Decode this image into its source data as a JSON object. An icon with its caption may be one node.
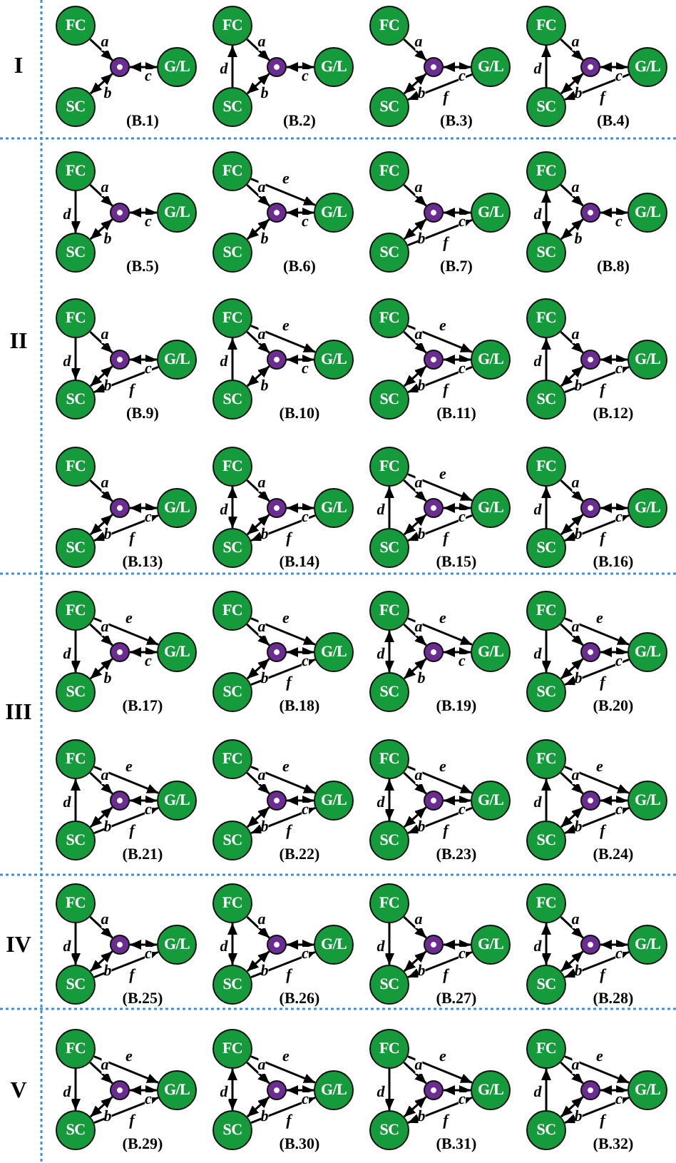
{
  "diagram": {
    "nodes": [
      {
        "text": [
          "FC"
        ]
      },
      {
        "text": [],
        "shape": "circle"
      },
      {
        "text": [
          "G/L"
        ]
      },
      {
        "text": [
          "SC"
        ]
      },
      {
        "text": [
          "FC"
        ]
      },
      {
        "text": [],
        "shape": "circle"
      },
      {
        "text": [
          "G/L"
        ]
      },
      {
        "text": [
          "SC"
        ]
      },
      {
        "text": [
          "FC"
        ]
      },
      {
        "text": [],
        "shape": "circle"
      },
      {
        "text": [
          "G/L"
        ]
      },
      {
        "text": [
          "SC"
        ]
      },
      {
        "text": [
          "FC"
        ]
      },
      {
        "text": [],
        "shape": "circle"
      },
      {
        "text": [
          "G/L"
        ]
      },
      {
        "text": [
          "SC"
        ]
      },
      {
        "text": [
          "FC"
        ]
      },
      {
        "text": [],
        "shape": "circle"
      },
      {
        "text": [
          "G/L"
        ]
      },
      {
        "text": [
          "SC"
        ]
      },
      {
        "text": [
          "FC"
        ]
      },
      {
        "text": [],
        "shape": "circle"
      },
      {
        "text": [
          "G/L"
        ]
      },
      {
        "text": [
          "SC"
        ]
      },
      {
        "text": [
          "FC"
        ]
      },
      {
        "text": [],
        "shape": "circle"
      },
      {
        "text": [
          "G/L"
        ]
      },
      {
        "text": [
          "SC"
        ]
      },
      {
        "text": [
          "FC"
        ]
      },
      {
        "text": [],
        "shape": "circle"
      },
      {
        "text": [
          "G/L"
        ]
      },
      {
        "text": [
          "SC"
        ]
      },
      {
        "text": [
          "FC"
        ]
      },
      {
        "text": [],
        "shape": "circle"
      },
      {
        "text": [
          "G/L"
        ]
      },
      {
        "text": [
          "SC"
        ]
      },
      {
        "text": [
          "FC"
        ]
      },
      {
        "text": [],
        "shape": "circle"
      },
      {
        "text": [
          "G/L"
        ]
      },
      {
        "text": [
          "SC"
        ]
      },
      {
        "text": [
          "FC"
        ]
      },
      {
        "text": [],
        "shape": "circle"
      },
      {
        "text": [
          "G/L"
        ]
      },
      {
        "text": [
          "SC"
        ]
      },
      {
        "text": [
          "FC"
        ]
      },
      {
        "text": [],
        "shape": "circle"
      },
      {
        "text": [
          "G/L"
        ]
      },
      {
        "text": [
          "SC"
        ]
      },
      {
        "text": [
          "FC"
        ]
      },
      {
        "text": [],
        "shape": "circle"
      },
      {
        "text": [
          "G/L"
        ]
      },
      {
        "text": [
          "SC"
        ]
      },
      {
        "text": [
          "FC"
        ]
      },
      {
        "text": [],
        "shape": "circle"
      },
      {
        "text": [
          "G/L"
        ]
      },
      {
        "text": [
          "SC"
        ]
      },
      {
        "text": [
          "FC"
        ]
      },
      {
        "text": [],
        "shape": "circle"
      },
      {
        "text": [
          "G/L"
        ]
      },
      {
        "text": [
          "SC"
        ]
      },
      {
        "text": [
          "FC"
        ]
      },
      {
        "text": [],
        "shape": "circle"
      },
      {
        "text": [
          "G/L"
        ]
      },
      {
        "text": [
          "SC"
        ]
      },
      {
        "text": [
          "FC"
        ]
      },
      {
        "text": [],
        "shape": "circle"
      },
      {
        "text": [
          "G/L"
        ]
      },
      {
        "text": [
          "SC"
        ]
      },
      {
        "text": [
          "FC"
        ]
      },
      {
        "text": [],
        "shape": "circle"
      },
      {
        "text": [
          "G/L"
        ]
      },
      {
        "text": [
          "SC"
        ]
      },
      {
        "text": [
          "FC"
        ]
      },
      {
        "text": [],
        "shape": "circle"
      },
      {
        "text": [
          "G/L"
        ]
      },
      {
        "text": [
          "SC"
        ]
      },
      {
        "text": [
          "FC"
        ]
      },
      {
        "text": [],
        "shape": "circle"
      },
      {
        "text": [
          "G/L"
        ]
      },
      {
        "text": [
          "SC"
        ]
      },
      {
        "text": [
          "FC"
        ]
      },
      {
        "text": [],
        "shape": "circle"
      },
      {
        "text": [
          "G/L"
        ]
      },
      {
        "text": [
          "SC"
        ]
      },
      {
        "text": [
          "FC"
        ]
      },
      {
        "text": [],
        "shape": "circle"
      },
      {
        "text": [
          "G/L"
        ]
      },
      {
        "text": [
          "SC"
        ]
      },
      {
        "text": [
          "FC"
        ]
      },
      {
        "text": [],
        "shape": "circle"
      },
      {
        "text": [
          "G/L"
        ]
      },
      {
        "text": [
          "SC"
        ]
      },
      {
        "text": [
          "FC"
        ]
      },
      {
        "text": [],
        "shape": "circle"
      },
      {
        "text": [
          "G/L"
        ]
      },
      {
        "text": [
          "SC"
        ]
      },
      {
        "text": [
          "FC"
        ]
      },
      {
        "text": [],
        "shape": "circle"
      },
      {
        "text": [
          "G/L"
        ]
      },
      {
        "text": [
          "SC"
        ]
      },
      {
        "text": [
          "FC"
        ]
      },
      {
        "text": [],
        "shape": "circle"
      },
      {
        "text": [
          "G/L"
        ]
      },
      {
        "text": [
          "SC"
        ]
      },
      {
        "text": [
          "FC"
        ]
      },
      {
        "text": [],
        "shape": "circle"
      },
      {
        "text": [
          "G/L"
        ]
      },
      {
        "text": [
          "SC"
        ]
      },
      {
        "text": [
          "FC"
        ]
      },
      {
        "text": [],
        "shape": "circle"
      },
      {
        "text": [
          "G/L"
        ]
      },
      {
        "text": [
          "SC"
        ]
      },
      {
        "text": [
          "FC"
        ]
      },
      {
        "text": [],
        "shape": "circle"
      },
      {
        "text": [
          "G/L"
        ]
      },
      {
        "text": [
          "SC"
        ]
      },
      {
        "text": [
          "FC"
        ]
      },
      {
        "text": [],
        "shape": "circle"
      },
      {
        "text": [
          "G/L"
        ]
      },
      {
        "text": [
          "SC"
        ]
      },
      {
        "text": [
          "FC"
        ]
      },
      {
        "text": [],
        "shape": "circle"
      },
      {
        "text": [
          "G/L"
        ]
      },
      {
        "text": [
          "SC"
        ]
      },
      {
        "text": [
          "FC"
        ]
      },
      {
        "text": [],
        "shape": "circle"
      },
      {
        "text": [
          "G/L"
        ]
      },
      {
        "text": [
          "SC"
        ]
      }
    ],
    "edges": [
      {
        "from": 0,
        "to": 1,
        "label": "a",
        "arrow": "to"
      },
      {
        "from": 1,
        "to": 3,
        "label": "b",
        "arrow": "both"
      },
      {
        "from": 1,
        "to": 2,
        "label": "c",
        "arrow": "both"
      },
      {
        "from": 4,
        "to": 5,
        "label": "a",
        "arrow": "to"
      },
      {
        "from": 5,
        "to": 7,
        "label": "b",
        "arrow": "both"
      },
      {
        "from": 5,
        "to": 6,
        "label": "c",
        "arrow": "both"
      },
      {
        "from": 7,
        "to": 4,
        "label": "d",
        "arrow": "to"
      },
      {
        "from": 8,
        "to": 9,
        "label": "a",
        "arrow": "to"
      },
      {
        "from": 9,
        "to": 11,
        "label": "b",
        "arrow": "both"
      },
      {
        "from": 9,
        "to": 10,
        "label": "c",
        "arrow": "both"
      },
      {
        "from": 10,
        "to": 11,
        "label": "f",
        "arrow": "to"
      },
      {
        "from": 12,
        "to": 13,
        "label": "a",
        "arrow": "to"
      },
      {
        "from": 13,
        "to": 15,
        "label": "b",
        "arrow": "both"
      },
      {
        "from": 13,
        "to": 14,
        "label": "c",
        "arrow": "both"
      },
      {
        "from": 15,
        "to": 12,
        "label": "d",
        "arrow": "to"
      },
      {
        "from": 14,
        "to": 15,
        "label": "f",
        "arrow": "to"
      },
      {
        "from": 16,
        "to": 17,
        "label": "a",
        "arrow": "to"
      },
      {
        "from": 17,
        "to": 19,
        "label": "b",
        "arrow": "both"
      },
      {
        "from": 17,
        "to": 18,
        "label": "c",
        "arrow": "both"
      },
      {
        "from": 16,
        "to": 19,
        "label": "d",
        "arrow": "to"
      },
      {
        "from": 20,
        "to": 21,
        "label": "a",
        "arrow": "to"
      },
      {
        "from": 21,
        "to": 23,
        "label": "b",
        "arrow": "both"
      },
      {
        "from": 21,
        "to": 22,
        "label": "c",
        "arrow": "both"
      },
      {
        "from": 20,
        "to": 22,
        "label": "e",
        "arrow": "to"
      },
      {
        "from": 24,
        "to": 25,
        "label": "a",
        "arrow": "to"
      },
      {
        "from": 25,
        "to": 27,
        "label": "b",
        "arrow": "both"
      },
      {
        "from": 25,
        "to": 26,
        "label": "c",
        "arrow": "both"
      },
      {
        "from": 27,
        "to": 26,
        "label": "f",
        "arrow": "to"
      },
      {
        "from": 28,
        "to": 29,
        "label": "a",
        "arrow": "to"
      },
      {
        "from": 29,
        "to": 31,
        "label": "b",
        "arrow": "both"
      },
      {
        "from": 29,
        "to": 30,
        "label": "c",
        "arrow": "both"
      },
      {
        "from": 28,
        "to": 31,
        "label": "d",
        "arrow": "both"
      },
      {
        "from": 32,
        "to": 33,
        "label": "a",
        "arrow": "to"
      },
      {
        "from": 33,
        "to": 35,
        "label": "b",
        "arrow": "both"
      },
      {
        "from": 33,
        "to": 34,
        "label": "c",
        "arrow": "both"
      },
      {
        "from": 32,
        "to": 35,
        "label": "d",
        "arrow": "to"
      },
      {
        "from": 34,
        "to": 35,
        "label": "f",
        "arrow": "to"
      },
      {
        "from": 36,
        "to": 37,
        "label": "a",
        "arrow": "to"
      },
      {
        "from": 37,
        "to": 39,
        "label": "b",
        "arrow": "both"
      },
      {
        "from": 37,
        "to": 38,
        "label": "c",
        "arrow": "both"
      },
      {
        "from": 39,
        "to": 36,
        "label": "d",
        "arrow": "to"
      },
      {
        "from": 36,
        "to": 38,
        "label": "e",
        "arrow": "to"
      },
      {
        "from": 40,
        "to": 41,
        "label": "a",
        "arrow": "to"
      },
      {
        "from": 41,
        "to": 43,
        "label": "b",
        "arrow": "both"
      },
      {
        "from": 41,
        "to": 42,
        "label": "c",
        "arrow": "both"
      },
      {
        "from": 40,
        "to": 42,
        "label": "e",
        "arrow": "to"
      },
      {
        "from": 42,
        "to": 43,
        "label": "f",
        "arrow": "to"
      },
      {
        "from": 44,
        "to": 45,
        "label": "a",
        "arrow": "to"
      },
      {
        "from": 45,
        "to": 47,
        "label": "b",
        "arrow": "both"
      },
      {
        "from": 45,
        "to": 46,
        "label": "c",
        "arrow": "both"
      },
      {
        "from": 47,
        "to": 44,
        "label": "d",
        "arrow": "to"
      },
      {
        "from": 47,
        "to": 46,
        "label": "f",
        "arrow": "to"
      },
      {
        "from": 48,
        "to": 49,
        "label": "a",
        "arrow": "to"
      },
      {
        "from": 49,
        "to": 51,
        "label": "b",
        "arrow": "both"
      },
      {
        "from": 49,
        "to": 50,
        "label": "c",
        "arrow": "both"
      },
      {
        "from": 51,
        "to": 50,
        "label": "f",
        "arrow": "both"
      },
      {
        "from": 52,
        "to": 53,
        "label": "a",
        "arrow": "to"
      },
      {
        "from": 53,
        "to": 55,
        "label": "b",
        "arrow": "both"
      },
      {
        "from": 53,
        "to": 54,
        "label": "c",
        "arrow": "both"
      },
      {
        "from": 52,
        "to": 55,
        "label": "d",
        "arrow": "both"
      },
      {
        "from": 54,
        "to": 55,
        "label": "f",
        "arrow": "to"
      },
      {
        "from": 56,
        "to": 57,
        "label": "a",
        "arrow": "to"
      },
      {
        "from": 57,
        "to": 59,
        "label": "b",
        "arrow": "both"
      },
      {
        "from": 57,
        "to": 58,
        "label": "c",
        "arrow": "both"
      },
      {
        "from": 59,
        "to": 56,
        "label": "d",
        "arrow": "to"
      },
      {
        "from": 56,
        "to": 58,
        "label": "e",
        "arrow": "to"
      },
      {
        "from": 58,
        "to": 59,
        "label": "f",
        "arrow": "to"
      },
      {
        "from": 60,
        "to": 61,
        "label": "a",
        "arrow": "to"
      },
      {
        "from": 61,
        "to": 63,
        "label": "b",
        "arrow": "both"
      },
      {
        "from": 61,
        "to": 62,
        "label": "c",
        "arrow": "both"
      },
      {
        "from": 63,
        "to": 60,
        "label": "d",
        "arrow": "to"
      },
      {
        "from": 63,
        "to": 62,
        "label": "f",
        "arrow": "both"
      },
      {
        "from": 64,
        "to": 65,
        "label": "a",
        "arrow": "to"
      },
      {
        "from": 65,
        "to": 67,
        "label": "b",
        "arrow": "both"
      },
      {
        "from": 65,
        "to": 66,
        "label": "c",
        "arrow": "both"
      },
      {
        "from": 64,
        "to": 67,
        "label": "d",
        "arrow": "to"
      },
      {
        "from": 64,
        "to": 66,
        "label": "e",
        "arrow": "to"
      },
      {
        "from": 68,
        "to": 69,
        "label": "a",
        "arrow": "to"
      },
      {
        "from": 69,
        "to": 71,
        "label": "b",
        "arrow": "both"
      },
      {
        "from": 69,
        "to": 70,
        "label": "c",
        "arrow": "both"
      },
      {
        "from": 68,
        "to": 70,
        "label": "e",
        "arrow": "to"
      },
      {
        "from": 71,
        "to": 70,
        "label": "f",
        "arrow": "to"
      },
      {
        "from": 72,
        "to": 73,
        "label": "a",
        "arrow": "to"
      },
      {
        "from": 73,
        "to": 75,
        "label": "b",
        "arrow": "both"
      },
      {
        "from": 73,
        "to": 74,
        "label": "c",
        "arrow": "both"
      },
      {
        "from": 72,
        "to": 75,
        "label": "d",
        "arrow": "both"
      },
      {
        "from": 72,
        "to": 74,
        "label": "e",
        "arrow": "to"
      },
      {
        "from": 76,
        "to": 77,
        "label": "a",
        "arrow": "to"
      },
      {
        "from": 77,
        "to": 79,
        "label": "b",
        "arrow": "both"
      },
      {
        "from": 77,
        "to": 78,
        "label": "c",
        "arrow": "both"
      },
      {
        "from": 76,
        "to": 79,
        "label": "d",
        "arrow": "to"
      },
      {
        "from": 76,
        "to": 78,
        "label": "e",
        "arrow": "to"
      },
      {
        "from": 78,
        "to": 79,
        "label": "f",
        "arrow": "to"
      },
      {
        "from": 80,
        "to": 81,
        "label": "a",
        "arrow": "to"
      },
      {
        "from": 81,
        "to": 83,
        "label": "b",
        "arrow": "both"
      },
      {
        "from": 81,
        "to": 82,
        "label": "c",
        "arrow": "both"
      },
      {
        "from": 83,
        "to": 80,
        "label": "d",
        "arrow": "to"
      },
      {
        "from": 80,
        "to": 82,
        "label": "e",
        "arrow": "to"
      },
      {
        "from": 83,
        "to": 82,
        "label": "f",
        "arrow": "to"
      },
      {
        "from": 84,
        "to": 85,
        "label": "a",
        "arrow": "to"
      },
      {
        "from": 85,
        "to": 87,
        "label": "b",
        "arrow": "both"
      },
      {
        "from": 85,
        "to": 86,
        "label": "c",
        "arrow": "both"
      },
      {
        "from": 84,
        "to": 86,
        "label": "e",
        "arrow": "to"
      },
      {
        "from": 87,
        "to": 86,
        "label": "f",
        "arrow": "both"
      },
      {
        "from": 88,
        "to": 89,
        "label": "a",
        "arrow": "to"
      },
      {
        "from": 89,
        "to": 91,
        "label": "b",
        "arrow": "both"
      },
      {
        "from": 89,
        "to": 90,
        "label": "c",
        "arrow": "both"
      },
      {
        "from": 88,
        "to": 91,
        "label": "d",
        "arrow": "both"
      },
      {
        "from": 88,
        "to": 90,
        "label": "e",
        "arrow": "to"
      },
      {
        "from": 90,
        "to": 91,
        "label": "f",
        "arrow": "to"
      },
      {
        "from": 92,
        "to": 93,
        "label": "a",
        "arrow": "to"
      },
      {
        "from": 93,
        "to": 95,
        "label": "b",
        "arrow": "both"
      },
      {
        "from": 93,
        "to": 94,
        "label": "c",
        "arrow": "both"
      },
      {
        "from": 95,
        "to": 92,
        "label": "d",
        "arrow": "to"
      },
      {
        "from": 92,
        "to": 94,
        "label": "e",
        "arrow": "to"
      },
      {
        "from": 95,
        "to": 94,
        "label": "f",
        "arrow": "both"
      },
      {
        "from": 96,
        "to": 97,
        "label": "a",
        "arrow": "to"
      },
      {
        "from": 97,
        "to": 99,
        "label": "b",
        "arrow": "both"
      },
      {
        "from": 97,
        "to": 98,
        "label": "c",
        "arrow": "both"
      },
      {
        "from": 96,
        "to": 99,
        "label": "d",
        "arrow": "to"
      },
      {
        "from": 99,
        "to": 98,
        "label": "f",
        "arrow": "to"
      },
      {
        "from": 100,
        "to": 101,
        "label": "a",
        "arrow": "to"
      },
      {
        "from": 101,
        "to": 103,
        "label": "b",
        "arrow": "both"
      },
      {
        "from": 101,
        "to": 102,
        "label": "c",
        "arrow": "both"
      },
      {
        "from": 100,
        "to": 103,
        "label": "d",
        "arrow": "both"
      },
      {
        "from": 103,
        "to": 102,
        "label": "f",
        "arrow": "to"
      },
      {
        "from": 104,
        "to": 105,
        "label": "a",
        "arrow": "to"
      },
      {
        "from": 105,
        "to": 107,
        "label": "b",
        "arrow": "both"
      },
      {
        "from": 105,
        "to": 106,
        "label": "c",
        "arrow": "both"
      },
      {
        "from": 104,
        "to": 107,
        "label": "d",
        "arrow": "to"
      },
      {
        "from": 107,
        "to": 106,
        "label": "f",
        "arrow": "both"
      },
      {
        "from": 108,
        "to": 109,
        "label": "a",
        "arrow": "to"
      },
      {
        "from": 109,
        "to": 111,
        "label": "b",
        "arrow": "both"
      },
      {
        "from": 109,
        "to": 110,
        "label": "c",
        "arrow": "both"
      },
      {
        "from": 108,
        "to": 111,
        "label": "d",
        "arrow": "both"
      },
      {
        "from": 111,
        "to": 110,
        "label": "f",
        "arrow": "both"
      },
      {
        "from": 112,
        "to": 113,
        "label": "a",
        "arrow": "to"
      },
      {
        "from": 113,
        "to": 115,
        "label": "b",
        "arrow": "both"
      },
      {
        "from": 113,
        "to": 114,
        "label": "c",
        "arrow": "both"
      },
      {
        "from": 112,
        "to": 115,
        "label": "d",
        "arrow": "to"
      },
      {
        "from": 112,
        "to": 114,
        "label": "e",
        "arrow": "to"
      },
      {
        "from": 115,
        "to": 114,
        "label": "f",
        "arrow": "to"
      },
      {
        "from": 116,
        "to": 117,
        "label": "a",
        "arrow": "to"
      },
      {
        "from": 117,
        "to": 119,
        "label": "b",
        "arrow": "both"
      },
      {
        "from": 117,
        "to": 118,
        "label": "c",
        "arrow": "both"
      },
      {
        "from": 116,
        "to": 119,
        "label": "d",
        "arrow": "both"
      },
      {
        "from": 116,
        "to": 118,
        "label": "e",
        "arrow": "to"
      },
      {
        "from": 119,
        "to": 118,
        "label": "f",
        "arrow": "to"
      },
      {
        "from": 120,
        "to": 121,
        "label": "a",
        "arrow": "to"
      },
      {
        "from": 121,
        "to": 123,
        "label": "b",
        "arrow": "both"
      },
      {
        "from": 121,
        "to": 122,
        "label": "c",
        "arrow": "both"
      },
      {
        "from": 120,
        "to": 123,
        "label": "d",
        "arrow": "to"
      },
      {
        "from": 120,
        "to": 122,
        "label": "e",
        "arrow": "to"
      },
      {
        "from": 123,
        "to": 122,
        "label": "f",
        "arrow": "both"
      },
      {
        "from": 124,
        "to": 125,
        "label": "a",
        "arrow": "to"
      },
      {
        "from": 125,
        "to": 127,
        "label": "b",
        "arrow": "both"
      },
      {
        "from": 125,
        "to": 126,
        "label": "c",
        "arrow": "both"
      },
      {
        "from": 127,
        "to": 124,
        "label": "d",
        "arrow": "to"
      },
      {
        "from": 124,
        "to": 126,
        "label": "e",
        "arrow": "to"
      },
      {
        "from": 127,
        "to": 126,
        "label": "f",
        "arrow": "both"
      }
    ],
    "labels": [
      "I",
      "(B.1)",
      "(B.2)",
      "(B.3)",
      "(B.4)",
      "II",
      "(B.5)",
      "(B.6)",
      "(B.7)",
      "(B.8)",
      "(B.9)",
      "(B.10)",
      "(B.11)",
      "(B.12)",
      "(B.13)",
      "(B.14)",
      "(B.15)",
      "(B.16)",
      "III",
      "(B.17)",
      "(B.18)",
      "(B.19)",
      "(B.20)",
      "(B.21)",
      "(B.22)",
      "(B.23)",
      "(B.24)",
      "IV",
      "(B.25)",
      "(B.26)",
      "(B.27)",
      "(B.28)",
      "V",
      "(B.29)",
      "(B.30)",
      "(B.31)",
      "(B.32)"
    ]
  }
}
